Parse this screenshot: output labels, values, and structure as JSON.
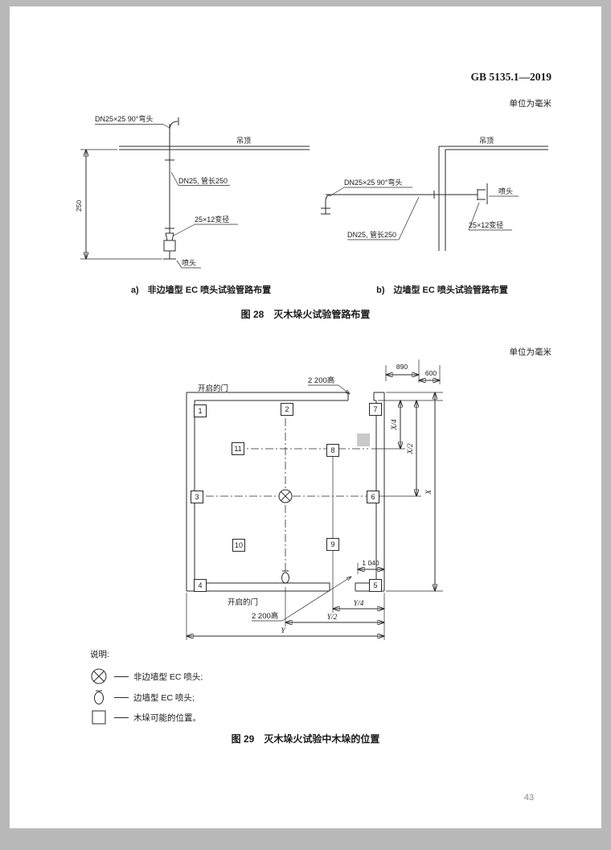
{
  "header": {
    "doc_number": "GB 5135.1—2019"
  },
  "unit_note": "单位为毫米",
  "fig28": {
    "left": {
      "elbow": "DN25×25 90°弯头",
      "ceiling": "吊顶",
      "pipe": "DN25, 管长250",
      "reducer": "25×12变径",
      "sprinkler": "喷头",
      "dim250": "250"
    },
    "right": {
      "ceiling": "吊顶",
      "elbow": "DN25×25 90°弯头",
      "sprinkler": "喷头",
      "reducer": "25×12变径",
      "pipe": "DN25, 管长250"
    },
    "caption_a": "a)　非边墙型 EC 喷头试验管路布置",
    "caption_b": "b)　边墙型 EC 喷头试验管路布置",
    "title": "图 28　灭木垛火试验管路布置"
  },
  "fig29": {
    "door_top": "开启的门",
    "door_bottom": "开启的门",
    "height_label_top": "2 200高",
    "height_label_bottom": "2 200高",
    "dims": {
      "d890": "890",
      "d600": "600",
      "d1040": "1 040",
      "x4": "X/4",
      "x2": "X/2",
      "x": "X",
      "y4": "Y/4",
      "y2": "Y/2",
      "y": "Y"
    },
    "positions": [
      "1",
      "2",
      "7",
      "11",
      "8",
      "3",
      "6",
      "10",
      "9",
      "4",
      "5"
    ],
    "title": "图 29　灭木垛火试验中木垛的位置"
  },
  "legend": {
    "heading": "说明:",
    "items": [
      {
        "label": "非边墙型 EC 喷头;"
      },
      {
        "label": "边墙型 EC 喷头;"
      },
      {
        "label": "木垛可能的位置。"
      }
    ]
  },
  "footer": {
    "page_number": "43"
  }
}
